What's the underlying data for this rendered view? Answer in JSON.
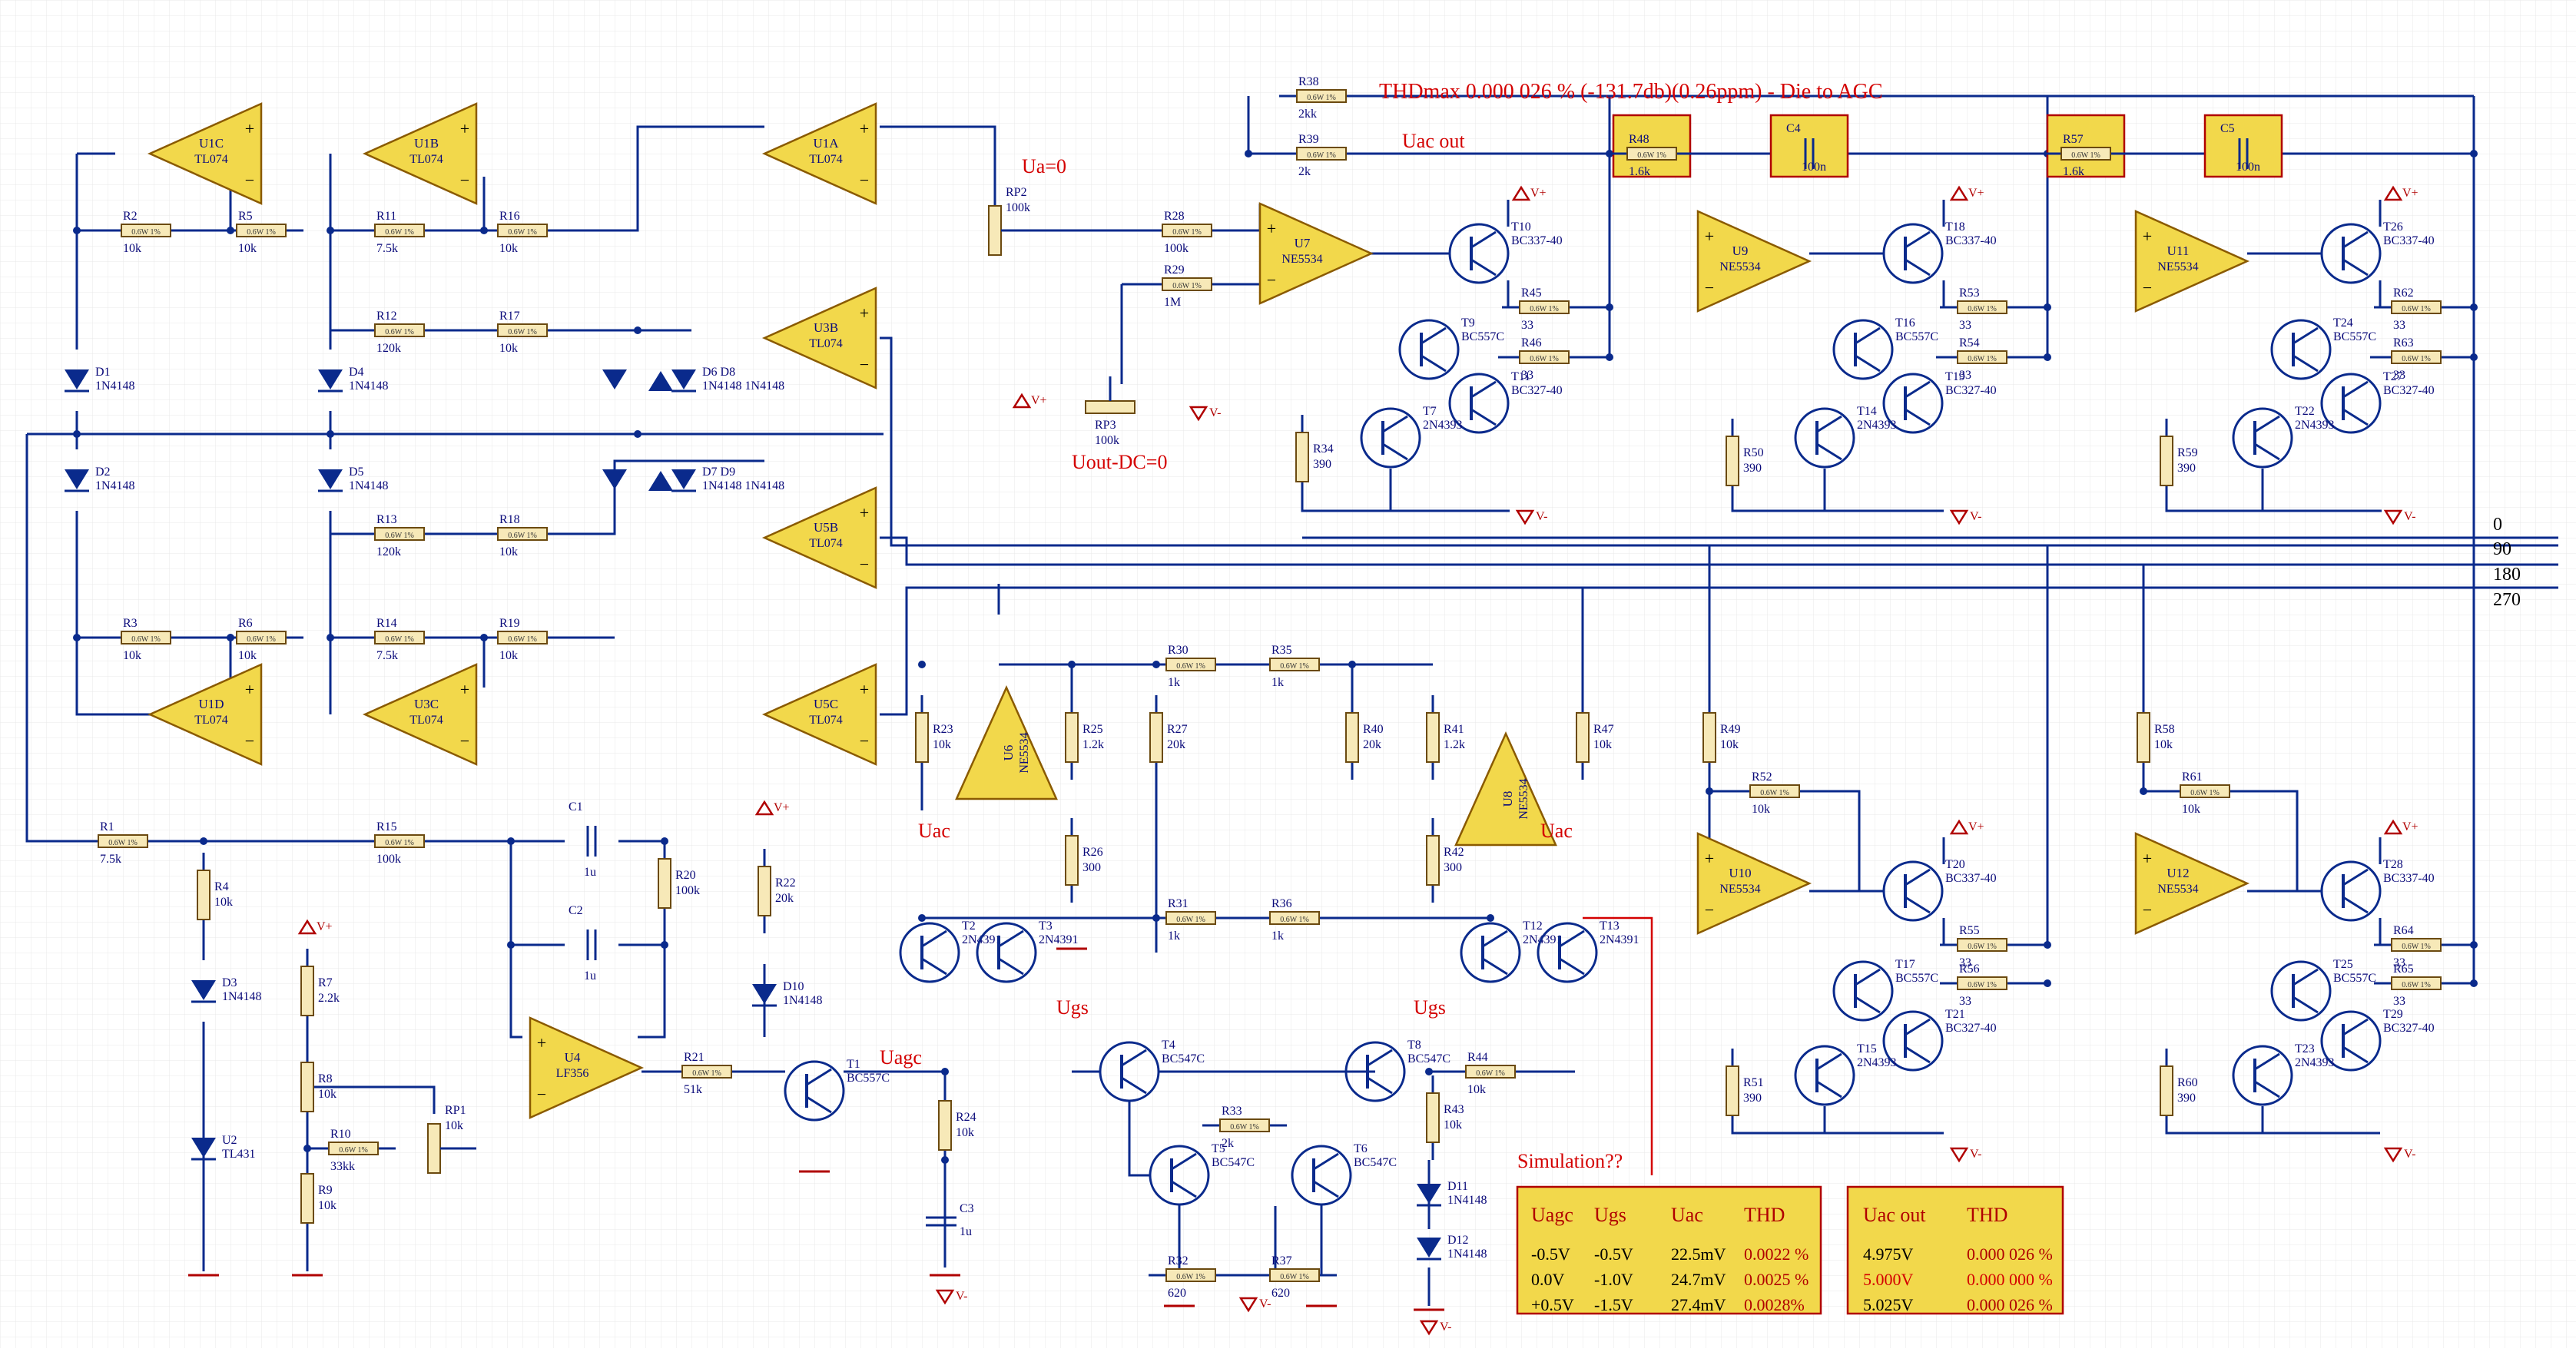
{
  "header": {
    "thd_title": "THDmax 0.000 026 % (-131.7db)(0.26ppm) - Die to AGC",
    "uac_out": "Uac out",
    "ua_zero": "Ua=0",
    "uout_dc": "Uout-DC=0",
    "simulation": "Simulation??",
    "uac_left": "Uac",
    "uac_right": "Uac",
    "ugs_left": "Ugs",
    "ugs_right": "Ugs",
    "uagc": "Uagc"
  },
  "phase_labels": [
    "0",
    "90",
    "180",
    "270"
  ],
  "opamps": [
    {
      "name": "U1C",
      "part": "TL074"
    },
    {
      "name": "U1B",
      "part": "TL074"
    },
    {
      "name": "U1A",
      "part": "TL074"
    },
    {
      "name": "U3B",
      "part": "TL074"
    },
    {
      "name": "U5B",
      "part": "TL074"
    },
    {
      "name": "U5C",
      "part": "TL074"
    },
    {
      "name": "U1D",
      "part": "TL074"
    },
    {
      "name": "U3C",
      "part": "TL074"
    },
    {
      "name": "U4",
      "part": "LF356"
    },
    {
      "name": "U6",
      "part": "NE5534"
    },
    {
      "name": "U8",
      "part": "NE5534"
    },
    {
      "name": "U7",
      "part": "NE5534"
    },
    {
      "name": "U9",
      "part": "NE5534"
    },
    {
      "name": "U11",
      "part": "NE5534"
    },
    {
      "name": "U10",
      "part": "NE5534"
    },
    {
      "name": "U12",
      "part": "NE5534"
    }
  ],
  "resistors": [
    {
      "name": "R2",
      "value": "10k"
    },
    {
      "name": "R5",
      "value": "10k"
    },
    {
      "name": "R11",
      "value": "7.5k"
    },
    {
      "name": "R16",
      "value": "10k"
    },
    {
      "name": "R12",
      "value": "120k"
    },
    {
      "name": "R17",
      "value": "10k"
    },
    {
      "name": "R13",
      "value": "120k"
    },
    {
      "name": "R18",
      "value": "10k"
    },
    {
      "name": "R3",
      "value": "10k"
    },
    {
      "name": "R6",
      "value": "10k"
    },
    {
      "name": "R14",
      "value": "7.5k"
    },
    {
      "name": "R19",
      "value": "10k"
    },
    {
      "name": "R1",
      "value": "7.5k"
    },
    {
      "name": "R15",
      "value": "100k"
    },
    {
      "name": "R21",
      "value": "51k"
    },
    {
      "name": "R10",
      "value": "33kk"
    },
    {
      "name": "R38",
      "value": "2kk"
    },
    {
      "name": "R39",
      "value": "2k"
    },
    {
      "name": "R28",
      "value": "100k"
    },
    {
      "name": "R29",
      "value": "1M"
    },
    {
      "name": "R45",
      "value": "33"
    },
    {
      "name": "R46",
      "value": "33"
    },
    {
      "name": "R53",
      "value": "33"
    },
    {
      "name": "R54",
      "value": "33"
    },
    {
      "name": "R62",
      "value": "33"
    },
    {
      "name": "R63",
      "value": "33"
    },
    {
      "name": "R30",
      "value": "1k"
    },
    {
      "name": "R35",
      "value": "1k"
    },
    {
      "name": "R31",
      "value": "1k"
    },
    {
      "name": "R36",
      "value": "1k"
    },
    {
      "name": "R33",
      "value": "2k"
    },
    {
      "name": "R32",
      "value": "620"
    },
    {
      "name": "R37",
      "value": "620"
    },
    {
      "name": "R44",
      "value": "10k"
    },
    {
      "name": "R52",
      "value": "10k"
    },
    {
      "name": "R61",
      "value": "10k"
    },
    {
      "name": "R55",
      "value": "33"
    },
    {
      "name": "R56",
      "value": "33"
    },
    {
      "name": "R64",
      "value": "33"
    },
    {
      "name": "R65",
      "value": "33"
    },
    {
      "name": "R48",
      "value": "1.6k"
    },
    {
      "name": "R57",
      "value": "1.6k"
    }
  ],
  "vertical_resistors": [
    {
      "name": "R4",
      "value": "10k"
    },
    {
      "name": "R7",
      "value": "2.2k"
    },
    {
      "name": "R8",
      "value": "10k"
    },
    {
      "name": "R9",
      "value": "10k"
    },
    {
      "name": "R20",
      "value": "100k"
    },
    {
      "name": "R22",
      "value": "20k"
    },
    {
      "name": "R23",
      "value": "10k"
    },
    {
      "name": "R25",
      "value": "1.2k"
    },
    {
      "name": "R26",
      "value": "300"
    },
    {
      "name": "R27",
      "value": "20k"
    },
    {
      "name": "R24",
      "value": "10k"
    },
    {
      "name": "R40",
      "value": "20k"
    },
    {
      "name": "R41",
      "value": "1.2k"
    },
    {
      "name": "R42",
      "value": "300"
    },
    {
      "name": "R47",
      "value": "10k"
    },
    {
      "name": "R43",
      "value": "10k"
    },
    {
      "name": "R34",
      "value": "390"
    },
    {
      "name": "R50",
      "value": "390"
    },
    {
      "name": "R59",
      "value": "390"
    },
    {
      "name": "R49",
      "value": "10k"
    },
    {
      "name": "R58",
      "value": "10k"
    },
    {
      "name": "R51",
      "value": "390"
    },
    {
      "name": "R60",
      "value": "390"
    }
  ],
  "pots": [
    {
      "name": "RP1",
      "value": "10k"
    },
    {
      "name": "RP2",
      "value": "100k"
    },
    {
      "name": "RP3",
      "value": "100k"
    }
  ],
  "capacitors": [
    {
      "name": "C1",
      "value": "1u"
    },
    {
      "name": "C2",
      "value": "1u"
    },
    {
      "name": "C3",
      "value": "1u"
    },
    {
      "name": "C4",
      "value": "100n"
    },
    {
      "name": "C5",
      "value": "100n"
    }
  ],
  "diodes": [
    {
      "name": "D1",
      "part": "1N4148"
    },
    {
      "name": "D2",
      "part": "1N4148"
    },
    {
      "name": "D4",
      "part": "1N4148"
    },
    {
      "name": "D5",
      "part": "1N4148"
    },
    {
      "name": "D6 D8",
      "part": "1N4148 1N4148"
    },
    {
      "name": "D7 D9",
      "part": "1N4148 1N4148"
    },
    {
      "name": "D3",
      "part": "1N4148"
    },
    {
      "name": "D10",
      "part": "1N4148"
    },
    {
      "name": "D11",
      "part": "1N4148"
    },
    {
      "name": "D12",
      "part": "1N4148"
    },
    {
      "name": "U2",
      "part": "TL431"
    }
  ],
  "transistors": [
    {
      "name": "T1",
      "part": "BC557C"
    },
    {
      "name": "T2",
      "part": "2N4391"
    },
    {
      "name": "T3",
      "part": "2N4391"
    },
    {
      "name": "T4",
      "part": "BC547C"
    },
    {
      "name": "T5",
      "part": "BC547C"
    },
    {
      "name": "T6",
      "part": "BC547C"
    },
    {
      "name": "T8",
      "part": "BC547C"
    },
    {
      "name": "T12",
      "part": "2N4391"
    },
    {
      "name": "T13",
      "part": "2N4391"
    },
    {
      "name": "T10",
      "part": "BC337-40"
    },
    {
      "name": "T9",
      "part": "BC557C"
    },
    {
      "name": "T11",
      "part": "BC327-40"
    },
    {
      "name": "T7",
      "part": "2N4393"
    },
    {
      "name": "T18",
      "part": "BC337-40"
    },
    {
      "name": "T16",
      "part": "BC557C"
    },
    {
      "name": "T19",
      "part": "BC327-40"
    },
    {
      "name": "T14",
      "part": "2N4393"
    },
    {
      "name": "T26",
      "part": "BC337-40"
    },
    {
      "name": "T24",
      "part": "BC557C"
    },
    {
      "name": "T27",
      "part": "BC327-40"
    },
    {
      "name": "T22",
      "part": "2N4393"
    },
    {
      "name": "T20",
      "part": "BC337-40"
    },
    {
      "name": "T17",
      "part": "BC557C"
    },
    {
      "name": "T21",
      "part": "BC327-40"
    },
    {
      "name": "T15",
      "part": "2N4393"
    },
    {
      "name": "T28",
      "part": "BC337-40"
    },
    {
      "name": "T25",
      "part": "BC557C"
    },
    {
      "name": "T29",
      "part": "BC327-40"
    },
    {
      "name": "T23",
      "part": "2N4393"
    }
  ],
  "rail_labels": {
    "vplus": "V+",
    "vminus": "V-",
    "res_tag": "0.6W 1%"
  },
  "table_left": {
    "headers": [
      "Uagc",
      "Ugs",
      "Uac",
      "THD"
    ],
    "rows": [
      [
        "-0.5V",
        "-0.5V",
        "22.5mV",
        "0.0022 %"
      ],
      [
        "0.0V",
        "-1.0V",
        "24.7mV",
        "0.0025 %"
      ],
      [
        "+0.5V",
        "-1.5V",
        "27.4mV",
        "0.0028%"
      ]
    ]
  },
  "table_right": {
    "headers": [
      "Uac out",
      "THD"
    ],
    "rows": [
      [
        "4.975V",
        "0.000 026 %"
      ],
      [
        "5.000V",
        "0.000 000 %"
      ],
      [
        "5.025V",
        "0.000 026 %"
      ]
    ]
  },
  "colors": {
    "wire": "#0a2a8c",
    "opamp": "#f2d84b",
    "annotation": "#d40000",
    "grid": "#e6e6e6"
  }
}
